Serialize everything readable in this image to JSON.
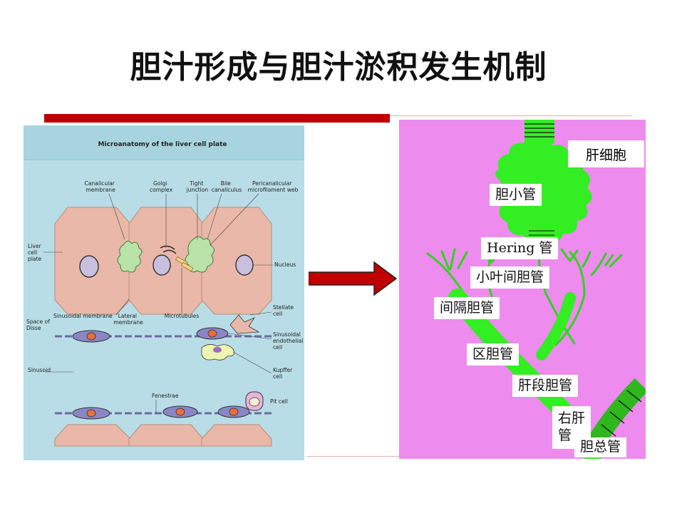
{
  "slide": {
    "title": "胆汁形成与胆汁淤积发生机制"
  },
  "left_figure": {
    "title": "Microanatomy of the liver cell plate",
    "labels": {
      "canalicular_membrane": [
        "Canalicular",
        "membrane"
      ],
      "golgi_complex": [
        "Golgi",
        "complex"
      ],
      "tight_junction": [
        "Tight",
        "junction"
      ],
      "bile_canaliculus": [
        "Bile",
        "canaliculus"
      ],
      "pericanalicular": [
        "Pericanalicular",
        "microfilament web"
      ],
      "liver_cell_plate": [
        "Liver",
        "cell",
        "plate"
      ],
      "nucleus": "Nucleus",
      "space_of_disse": [
        "Space of",
        "Disse"
      ],
      "sinusoidal_membrane": "Sinusoidal membrane",
      "lateral_membrane": [
        "Lateral",
        "membrane"
      ],
      "microtubules": "Microtubules",
      "stellate_cell": [
        "Stellate",
        "cell"
      ],
      "sinusoidal_endothelial": [
        "Sinusoidal",
        "endothelial",
        "cell"
      ],
      "sinusoid": "Sinusoid",
      "kupffer_cell": [
        "Kupffer",
        "cell"
      ],
      "fenestrae": "Fenestrae",
      "pit_cell": "Pit cell"
    }
  },
  "right_figure": {
    "labels": {
      "hepatocyte": "肝细胞",
      "bile_canaliculi": "胆小管",
      "hering": "Hering  管",
      "interlobular": "小叶间胆管",
      "septal": "间隔胆管",
      "area": "区胆管",
      "segmental": "肝段胆管",
      "right_hepatic": [
        "右肝",
        "管"
      ],
      "common_bile": "胆总管"
    }
  },
  "colors": {
    "accent_bar": "#c00000",
    "arrow_fill": "#c00000",
    "right_bg": "#ee8bee",
    "duct_green": "#33ee22",
    "left_bg": "#b8dde6",
    "cell_fill": "#eab8a8"
  }
}
